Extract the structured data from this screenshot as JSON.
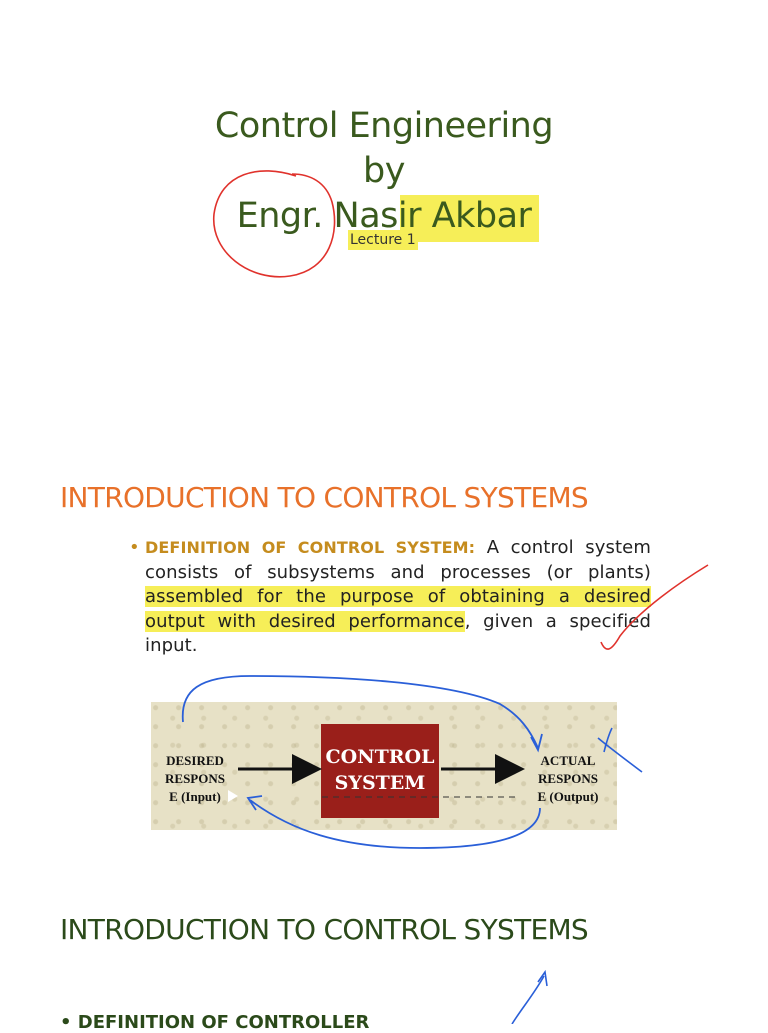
{
  "title_slide": {
    "line1": "Control Engineering",
    "line2": "by",
    "line3": "Engr. Nasir Akbar",
    "subtitle": "Lecture 1"
  },
  "section1": {
    "heading": "INTRODUCTION TO CONTROL SYSTEMS",
    "bullet": "•",
    "definition_label": "DEFINITION OF CONTROL SYSTEM:",
    "text_a": " A control system consists of subsystems and processes (or plants) ",
    "text_highlight": "assembled for the purpose of obtaining a desired output with desired performance",
    "text_b": ", given a specified input."
  },
  "diagram": {
    "box_line1": "CONTROL",
    "box_line2": "SYSTEM",
    "input_line1": "DESIRED",
    "input_line2": "RESPONS",
    "input_line3": "E (Input)",
    "output_line1": "ACTUAL",
    "output_line2": "RESPONS",
    "output_line3": "E (Output)"
  },
  "section2": {
    "heading": "INTRODUCTION TO CONTROL SYSTEMS",
    "partial_text": "• DEFINITION OF CONTROLLER"
  },
  "colors": {
    "title_green": "#3a5a1e",
    "heading_orange": "#e8712a",
    "highlight_yellow": "#f6ee58",
    "box_red": "#9a1f1a",
    "ink_red": "#e0322c",
    "ink_blue": "#2a5fd8"
  }
}
